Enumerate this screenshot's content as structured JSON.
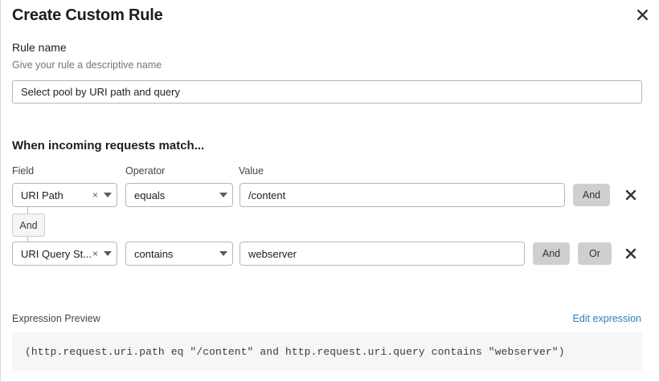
{
  "modal": {
    "title": "Create Custom Rule",
    "close_icon": "close-icon"
  },
  "rule_name": {
    "label": "Rule name",
    "help": "Give your rule a descriptive name",
    "value": "Select pool by URI path and query",
    "placeholder": "Select pool by URI path and query"
  },
  "conditions": {
    "section_title": "When incoming requests match...",
    "columns": {
      "field": "Field",
      "operator": "Operator",
      "value": "Value"
    },
    "connector": {
      "label": "And"
    },
    "rows": [
      {
        "field": "URI Path",
        "operator": "equals",
        "value": "/content",
        "value_placeholder": "/content",
        "buttons": [
          "And"
        ],
        "remove_icon": "close-icon",
        "clear_icon": "clear-icon",
        "caret_icon": "chevron-down-icon"
      },
      {
        "field": "URI Query St...",
        "operator": "contains",
        "value": "webserver",
        "value_placeholder": "webserver",
        "buttons": [
          "And",
          "Or"
        ],
        "remove_icon": "close-icon",
        "clear_icon": "clear-icon",
        "caret_icon": "chevron-down-icon"
      }
    ]
  },
  "expression": {
    "label": "Expression Preview",
    "edit_link": "Edit expression",
    "text": "(http.request.uri.path eq \"/content\" and http.request.uri.query contains \"webserver\")"
  },
  "colors": {
    "link": "#2f7eb9",
    "button_bg": "#cfcfcf",
    "preview_bg": "#f6f6f6",
    "border": "#b6b6b6"
  }
}
